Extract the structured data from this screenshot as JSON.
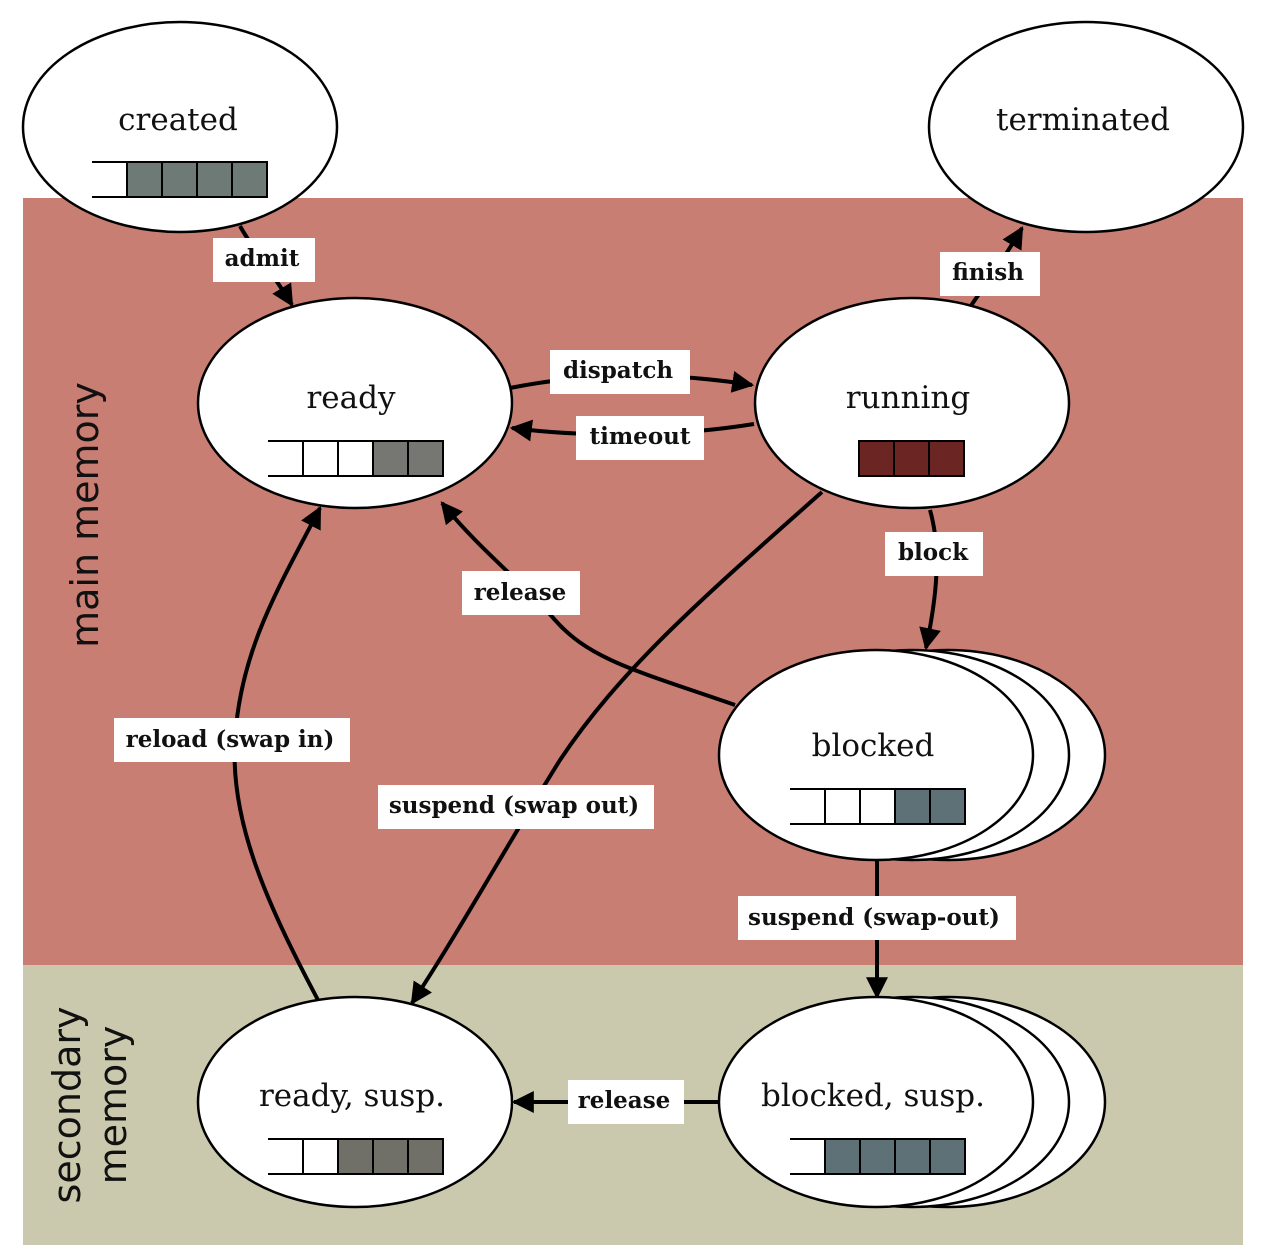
{
  "regions": {
    "main_memory": {
      "label": "main memory",
      "color": "#c87e73"
    },
    "secondary_memory": {
      "label_line1": "secondary",
      "label_line2": "memory",
      "color": "#cbc9ad"
    }
  },
  "states": {
    "created": {
      "label": "created",
      "queue": [
        "empty",
        "#6e7a76",
        "#6e7a76",
        "#6e7a76",
        "#6e7a76"
      ]
    },
    "terminated": {
      "label": "terminated",
      "queue": []
    },
    "ready": {
      "label": "ready",
      "queue": [
        "empty",
        "#ffffff",
        "#ffffff",
        "#767672",
        "#767672"
      ]
    },
    "running": {
      "label": "running",
      "queue": [
        "#6b2623",
        "#6b2623",
        "#6b2623"
      ]
    },
    "blocked": {
      "label": "blocked",
      "queue": [
        "empty",
        "#ffffff",
        "#ffffff",
        "#5d7177",
        "#5d7177"
      ]
    },
    "ready_susp": {
      "label": "ready, susp.",
      "queue": [
        "empty",
        "#ffffff",
        "#707068",
        "#707068",
        "#707068"
      ]
    },
    "blocked_susp": {
      "label": "blocked, susp.",
      "queue": [
        "empty",
        "#5d7177",
        "#5d7177",
        "#5d7177",
        "#5d7177"
      ]
    }
  },
  "transitions": {
    "admit": "admit",
    "finish": "finish",
    "dispatch": "dispatch",
    "timeout": "timeout",
    "block": "block",
    "release_blocked": "release",
    "reload": "reload (swap in)",
    "suspend_running": "suspend (swap out)",
    "suspend_blocked": "suspend (swap-out)",
    "release_susp": "release"
  }
}
